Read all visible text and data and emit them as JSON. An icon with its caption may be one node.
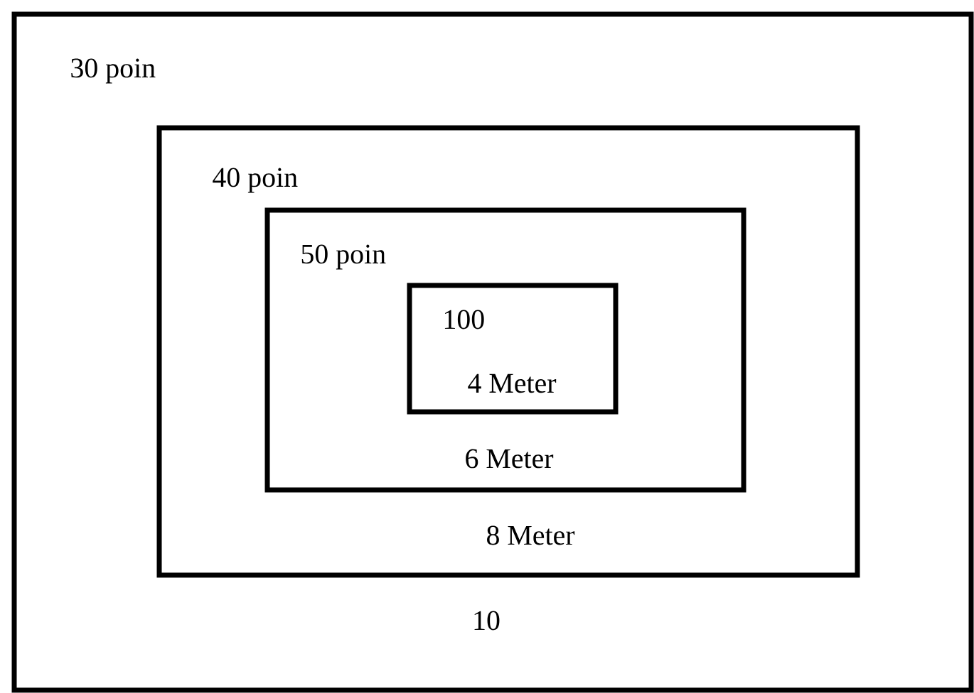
{
  "diagram": {
    "nodes": [
      {
        "text": [
          "30 poin",
          "10"
        ]
      },
      {
        "text": [
          "40 poin",
          "8 Meter"
        ],
        "in": 0
      },
      {
        "text": [
          "50 poin",
          "6 Meter"
        ],
        "in": 1
      },
      {
        "text": [
          "100",
          "4 Meter"
        ],
        "in": 2
      }
    ]
  }
}
